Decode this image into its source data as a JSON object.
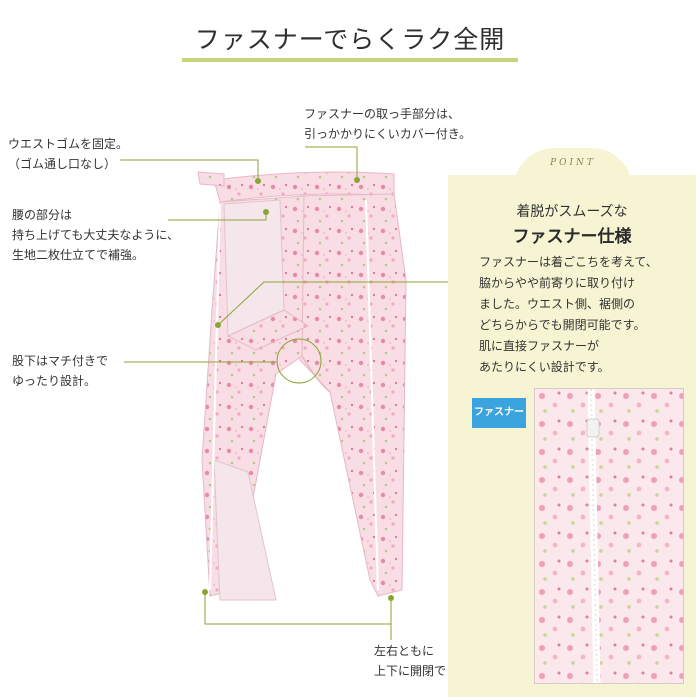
{
  "title": "ファスナーでらくラク全開",
  "callouts": {
    "waist": [
      "ウエストゴムを固定。",
      "（ゴム通し口なし）"
    ],
    "hip": [
      "腰の部分は",
      "持ち上げても大丈夫なように、",
      "生地二枚仕立てで補強。"
    ],
    "crotch": [
      "股下はマチ付きで",
      "ゆったり設計。"
    ],
    "zipper_pull": [
      "ファスナーの取っ手部分は、",
      "引っかかりにくいカバー付き。"
    ],
    "hem": [
      "左右ともに",
      "上下に開閉できる。"
    ]
  },
  "point": {
    "label": "POINT",
    "heading_line1": "着脱がスムーズな",
    "heading_line2": "ファスナー仕様",
    "body": [
      "ファスナーは着ごこちを考えて、",
      "脇からやや前寄りに取り付け",
      "ました。ウエスト側、裾側の",
      "どちらからでも開閉可能です。",
      "肌に直接ファスナーが",
      "あたりにくい設計です。"
    ],
    "badge": "ファスナー"
  },
  "colors": {
    "accent_green": "#c8d37e",
    "leader_line": "#8aa534",
    "panel_bg": "#f6f4d3",
    "badge_blue": "#3ba4de",
    "fabric_pink": "#f7d6de",
    "flower_pink": "#e88aa6"
  }
}
